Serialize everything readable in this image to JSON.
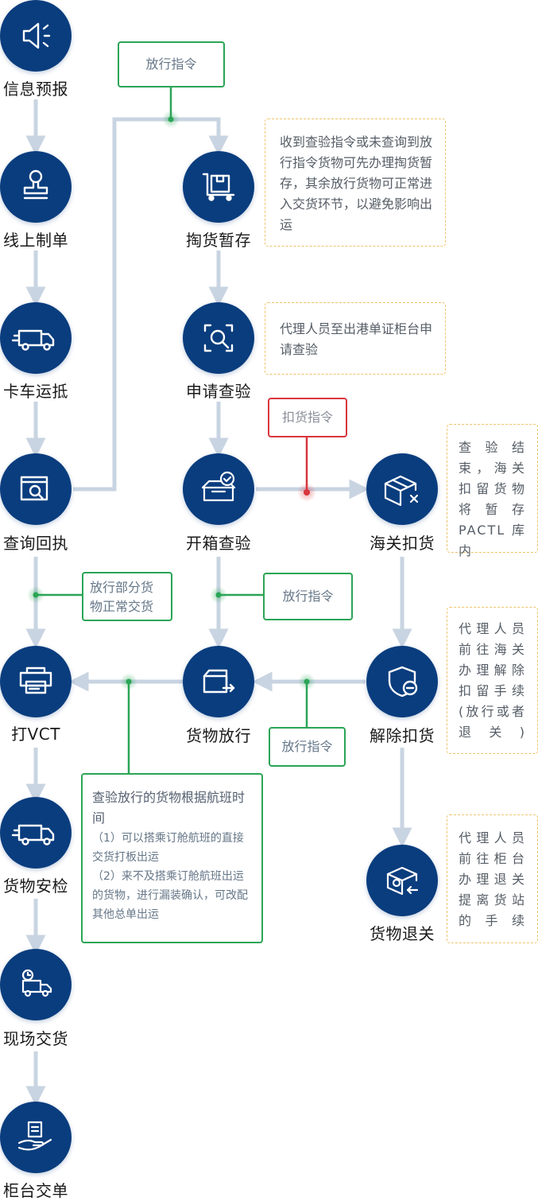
{
  "nodes": {
    "info_report": "信息预报",
    "online_doc": "线上制单",
    "truck_arrive": "卡车运抵",
    "query_receipt": "查询回执",
    "print_vct": "打VCT",
    "cargo_security": "货物安检",
    "onsite_handover": "现场交货",
    "counter_handover": "柜台交单",
    "hold_storage": "掏货暂存",
    "apply_inspection": "申请查验",
    "open_inspection": "开箱查验",
    "cargo_release": "货物放行",
    "customs_hold": "海关扣货",
    "release_hold": "解除扣货",
    "cargo_return": "货物退关"
  },
  "tags": {
    "release_top": "放行指令",
    "hold_order": "扣货指令",
    "release_partial": "放行部分货物正常交货",
    "release_mid": "放行指令",
    "release_bottom": "放行指令"
  },
  "notes": {
    "hold_storage_note": "收到查验指令或未查询到放行指令货物可先办理掏货暂存，其余放行货物可正常进入交货环节，以避免影响出运",
    "apply_note": "代理人员至出港单证柜台申请查验",
    "customs_hold_note": "查验结束，海关扣留货物将暂存 PACTL库内",
    "release_hold_note": "代理人员前往海关办理解除扣留手续(放行或者退关)",
    "return_note": "代理人员前往柜台办理退关提离货站的手续"
  },
  "release_box": {
    "heading": "查验放行的货物根据航班时间",
    "item1": "（1）可以搭乘订舱航班的直接交货打板出运",
    "item2": "（2）来不及搭乘订舱航班出运的货物，进行漏装确认，可改配其他总单出运"
  },
  "colors": {
    "node": "#0a3d7e",
    "line": "#c9d4e2",
    "green": "#2aa556",
    "red": "#d9363e",
    "note_border": "#f0c36a"
  },
  "icons": {
    "info_report": "megaphone-icon",
    "online_doc": "stamp-icon",
    "truck_arrive": "truck-icon",
    "query_receipt": "search-document-icon",
    "print_vct": "printer-icon",
    "cargo_security": "truck-icon",
    "onsite_handover": "delivery-clock-icon",
    "counter_handover": "hand-document-icon",
    "hold_storage": "cart-box-icon",
    "apply_inspection": "scan-search-icon",
    "open_inspection": "open-box-check-icon",
    "cargo_release": "box-arrow-icon",
    "customs_hold": "box-x-icon",
    "release_hold": "shield-minus-icon",
    "cargo_return": "box-return-icon"
  }
}
